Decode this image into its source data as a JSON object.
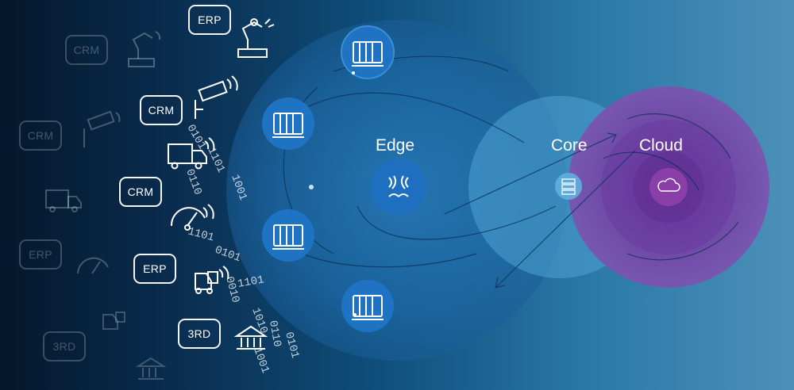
{
  "zones": {
    "edge": {
      "label": "Edge",
      "icon": "converging-arrows-icon"
    },
    "core": {
      "label": "Core",
      "icon": "server-stack-icon"
    },
    "cloud": {
      "label": "Cloud",
      "icon": "cloud-icon"
    }
  },
  "sources": {
    "labels": {
      "erp_top": "ERP",
      "crm_bright_1": "CRM",
      "crm_bright_2": "CRM",
      "erp_bright": "ERP",
      "third_bright": "3RD",
      "crm_dim_1": "CRM",
      "crm_dim_2": "CRM",
      "erp_dim": "ERP",
      "third_dim": "3RD"
    },
    "icons": [
      "robot-arm-icon",
      "security-camera-icon",
      "delivery-truck-icon",
      "gauge-meter-icon",
      "forklift-icon",
      "bank-building-icon"
    ]
  },
  "binary_stream": "0101 1101 0110 1001 1101 0101 0010 1101 1010 0110 1001 0101",
  "colors": {
    "edge_circle": "#1d6fae",
    "core_circle": "#4fa6d6",
    "cloud_circle": "#6a3fa3",
    "node_badge": "#1e78c8"
  }
}
